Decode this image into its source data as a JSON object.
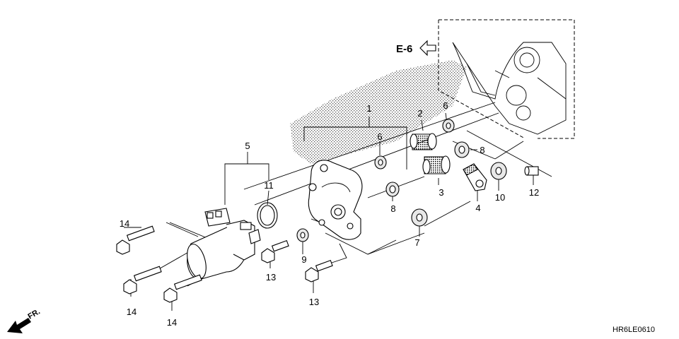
{
  "diagram": {
    "reference": {
      "label": "E-6"
    },
    "code": "HR6LE0610",
    "direction": "FR.",
    "callouts": [
      {
        "id": "c1",
        "text": "1"
      },
      {
        "id": "c2",
        "text": "2"
      },
      {
        "id": "c3",
        "text": "3"
      },
      {
        "id": "c4",
        "text": "4"
      },
      {
        "id": "c5",
        "text": "5"
      },
      {
        "id": "c6a",
        "text": "6"
      },
      {
        "id": "c6b",
        "text": "6"
      },
      {
        "id": "c7",
        "text": "7"
      },
      {
        "id": "c8a",
        "text": "8"
      },
      {
        "id": "c8b",
        "text": "8"
      },
      {
        "id": "c9",
        "text": "9"
      },
      {
        "id": "c10",
        "text": "10"
      },
      {
        "id": "c11",
        "text": "11"
      },
      {
        "id": "c12",
        "text": "12"
      },
      {
        "id": "c13a",
        "text": "13"
      },
      {
        "id": "c13b",
        "text": "13"
      },
      {
        "id": "c14a",
        "text": "14"
      },
      {
        "id": "c14b",
        "text": "14"
      },
      {
        "id": "c14c",
        "text": "14"
      }
    ]
  }
}
